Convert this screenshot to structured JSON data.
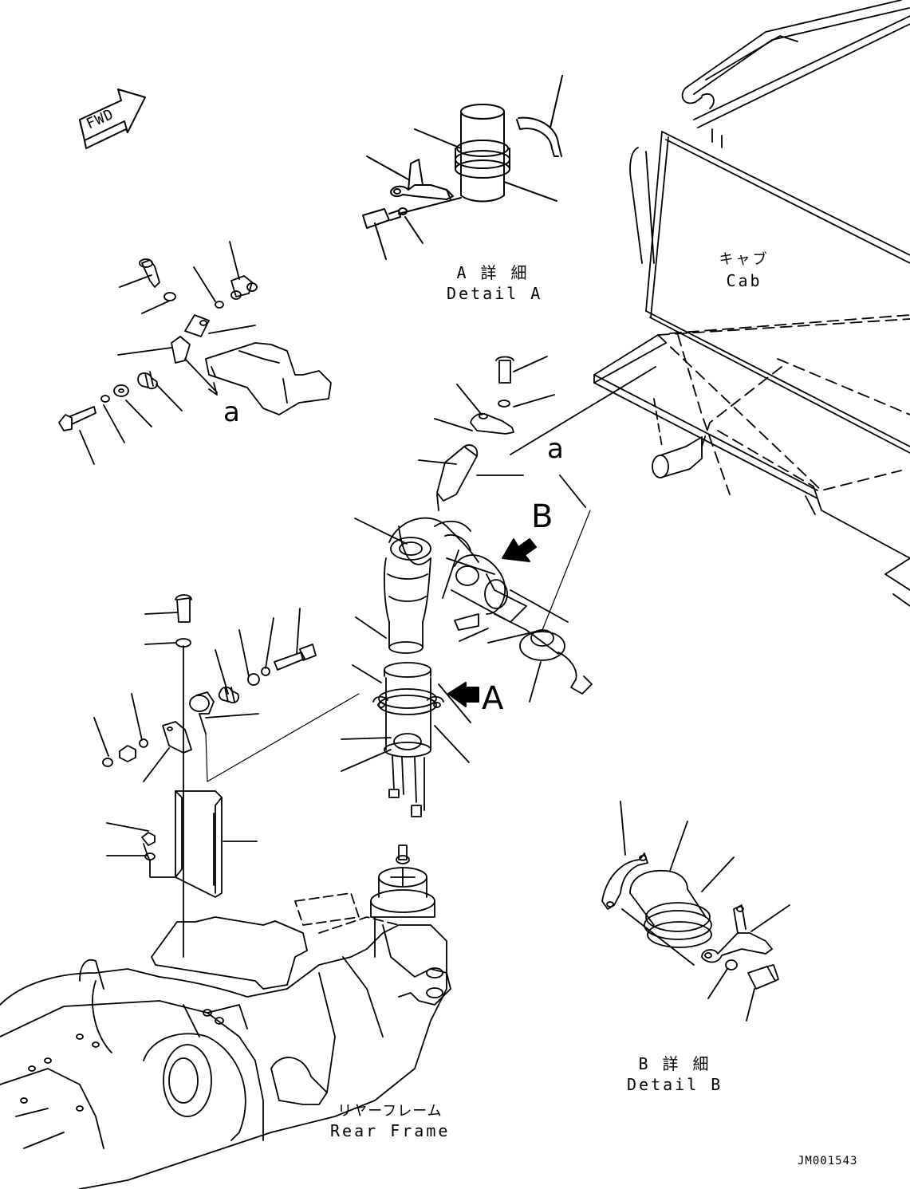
{
  "fwd": "FWD",
  "detail_a": {
    "jp": "A 詳 細",
    "en": "Detail A"
  },
  "detail_b": {
    "jp": "B 詳 細",
    "en": "Detail B"
  },
  "cab": {
    "jp": "キャブ",
    "en": "Cab"
  },
  "rear_frame": {
    "jp": "リヤーフレーム",
    "en": "Rear Frame"
  },
  "view_a": "A",
  "view_b": "B",
  "ref_a_left": "a",
  "ref_a_right": "a",
  "drawing_code": "JM001543"
}
